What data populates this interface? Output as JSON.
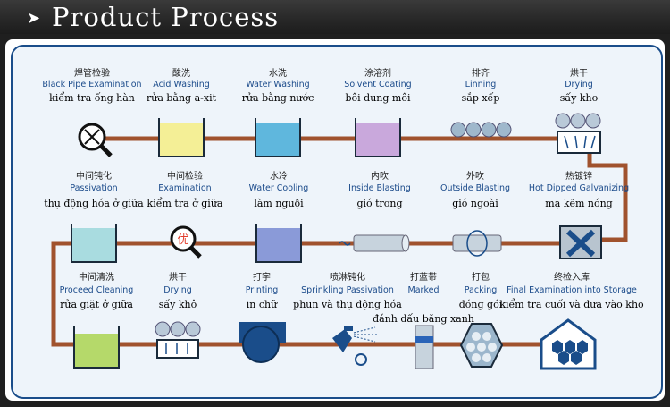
{
  "header": {
    "title": "Product Process",
    "arrow": "➤"
  },
  "colors": {
    "pipe": "#a0522d",
    "pipe_dark": "#7a3a1c",
    "frame": "#1a4d8a",
    "tank_stroke": "#1a2a3a"
  },
  "steps": [
    {
      "zh": "焊管检验",
      "en": "Black Pipe Examination",
      "vi": "kiểm tra ống hàn"
    },
    {
      "zh": "酸洗",
      "en": "Acid Washing",
      "vi": "rửa bằng a-xit"
    },
    {
      "zh": "水洗",
      "en": "Water Washing",
      "vi": "rửa bằng nước"
    },
    {
      "zh": "涂溶剂",
      "en": "Solvent Coating",
      "vi": "bôi dung môi"
    },
    {
      "zh": "排齐",
      "en": "Linning",
      "vi": "sắp xếp"
    },
    {
      "zh": "烘干",
      "en": "Drying",
      "vi": "sấy kho"
    },
    {
      "zh": "中间钝化",
      "en": "Passivation",
      "vi": "thụ động hóa ở giữa"
    },
    {
      "zh": "中间检验",
      "en": "Examination",
      "vi": "kiểm tra ở giữa"
    },
    {
      "zh": "水冷",
      "en": "Water  Cooling",
      "vi": "làm nguội"
    },
    {
      "zh": "内吹",
      "en": "Inside Blasting",
      "vi": "gió trong"
    },
    {
      "zh": "外吹",
      "en": "Outside Blasting",
      "vi": "gió ngoài"
    },
    {
      "zh": "热镀锌",
      "en": "Hot Dipped Galvanizing",
      "vi": "mạ kẽm nóng"
    },
    {
      "zh": "中间清洗",
      "en": "Proceed Cleaning",
      "vi": "rửa giặt ở giữa"
    },
    {
      "zh": "烘干",
      "en": "Drying",
      "vi": "sấy khô"
    },
    {
      "zh": "打字",
      "en": "Printing",
      "vi": "in chữ"
    },
    {
      "zh": "喷淋钝化",
      "en": "Sprinkling Passivation",
      "vi": "phun và thụ động hóa"
    },
    {
      "zh": "打蓝带",
      "en": "Marked",
      "vi": "đánh dấu băng xanh"
    },
    {
      "zh": "打包",
      "en": "Packing",
      "vi": "đóng gói"
    },
    {
      "zh": "终检入库",
      "en": "Final Examination into Storage",
      "vi": "kiểm tra cuối và đưa vào kho"
    }
  ],
  "examination_mark": "优"
}
